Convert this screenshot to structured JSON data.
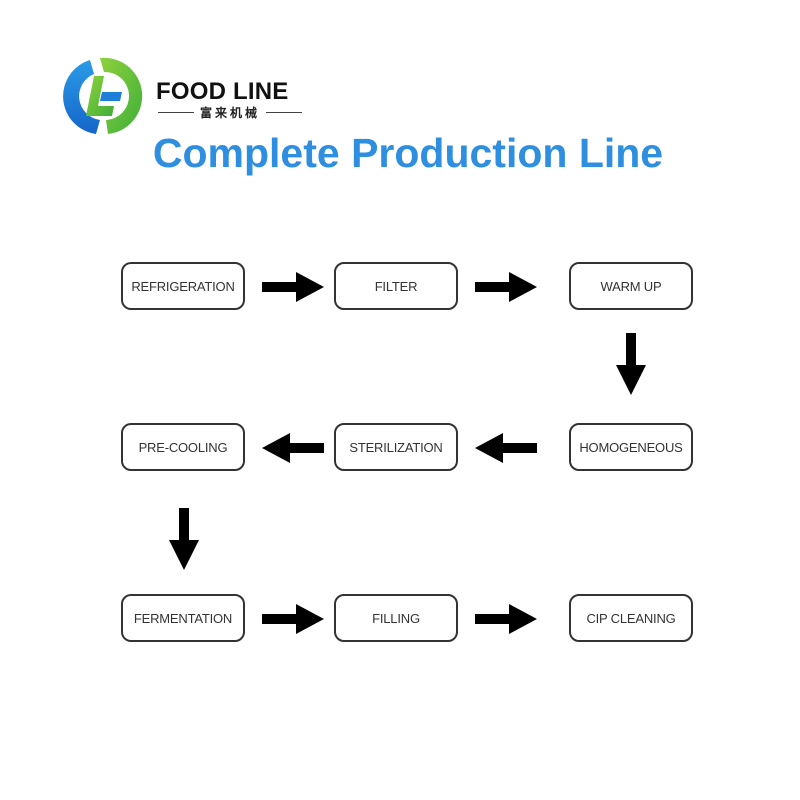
{
  "brand": {
    "name": "FOOD LINE",
    "subtitle": "富来机械",
    "colors": {
      "blue": "#1e7fd8",
      "green": "#5cc23a",
      "title": "#2e8fe0"
    }
  },
  "title": "Complete Production Line",
  "flow": {
    "steps": [
      {
        "label": "REFRIGERATION"
      },
      {
        "label": "FILTER"
      },
      {
        "label": "WARM UP"
      },
      {
        "label": "HOMOGENEOUS"
      },
      {
        "label": "STERILIZATION"
      },
      {
        "label": "PRE-COOLING"
      },
      {
        "label": "FERMENTATION"
      },
      {
        "label": "FILLING"
      },
      {
        "label": "CIP CLEANING"
      }
    ],
    "connections": [
      {
        "from": "REFRIGERATION",
        "to": "FILTER",
        "direction": "right"
      },
      {
        "from": "FILTER",
        "to": "WARM UP",
        "direction": "right"
      },
      {
        "from": "WARM UP",
        "to": "HOMOGENEOUS",
        "direction": "down"
      },
      {
        "from": "HOMOGENEOUS",
        "to": "STERILIZATION",
        "direction": "left"
      },
      {
        "from": "STERILIZATION",
        "to": "PRE-COOLING",
        "direction": "left"
      },
      {
        "from": "PRE-COOLING",
        "to": "FERMENTATION",
        "direction": "down"
      },
      {
        "from": "FERMENTATION",
        "to": "FILLING",
        "direction": "right"
      },
      {
        "from": "FILLING",
        "to": "CIP CLEANING",
        "direction": "right"
      }
    ]
  }
}
